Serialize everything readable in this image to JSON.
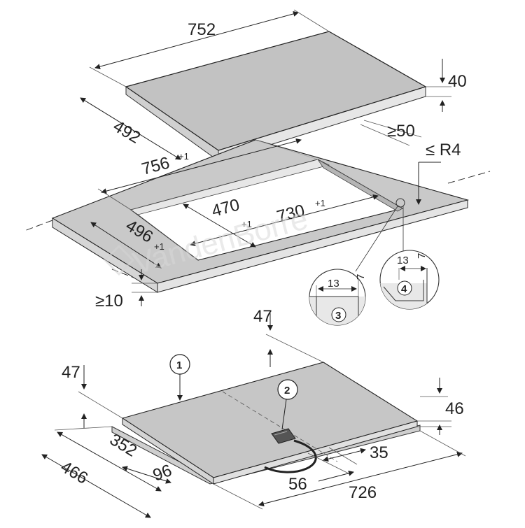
{
  "watermark": "VandenBorre",
  "hob_top": {
    "width": "752",
    "depth": "492",
    "height": "40"
  },
  "cutout": {
    "length": "756",
    "length_tol": "+1",
    "depth": "496",
    "depth_tol": "+1",
    "inner_depth": "470",
    "inner_depth_tol": "+1",
    "inner_length": "730",
    "inner_length_tol": "+1",
    "min_front": "≥10",
    "min_back": "≥50",
    "radius": "≤ R4"
  },
  "details": {
    "detail_3": {
      "number": "3",
      "width": "13",
      "height": "7"
    },
    "detail_4": {
      "number": "4",
      "width": "13",
      "height": "7"
    }
  },
  "hob_bottom": {
    "marker_1": "1",
    "marker_2": "2",
    "left_height": "47",
    "top_height": "47",
    "right_height": "46",
    "length": "726",
    "depth": "466",
    "inner_depth": "352",
    "offset_96": "96",
    "offset_56": "56",
    "offset_35": "35"
  }
}
